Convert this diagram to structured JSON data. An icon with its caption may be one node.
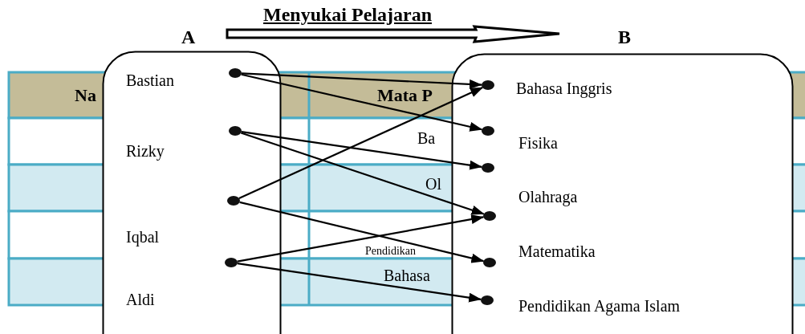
{
  "diagram": {
    "title": "Menyukai Pelajaran",
    "nodes": [
      {
        "text": [
          "Bastian",
          "Rizky",
          "Iqbal",
          "Aldi"
        ]
      },
      {
        "text": [],
        "shape": "circle",
        "in": 0
      },
      {
        "text": [],
        "shape": "circle",
        "in": 0
      },
      {
        "text": [],
        "shape": "circle",
        "in": 0
      },
      {
        "text": [],
        "shape": "circle",
        "in": 0
      },
      {
        "text": [
          "Bahasa Inggris",
          "Fisika",
          "Olahraga",
          "Matematika",
          "Pendidikan Agama Islam"
        ]
      },
      {
        "text": [],
        "shape": "circle",
        "in": 5
      },
      {
        "text": [],
        "shape": "circle",
        "in": 5
      },
      {
        "text": [],
        "shape": "circle",
        "in": 5
      },
      {
        "text": [],
        "shape": "circle",
        "in": 5
      },
      {
        "text": [],
        "shape": "circle",
        "in": 5
      },
      {
        "text": [],
        "shape": "circle",
        "in": 5
      }
    ],
    "edges": [
      {
        "from": 1,
        "to": 6,
        "arrow": "to"
      },
      {
        "from": 1,
        "to": 7,
        "arrow": "to"
      },
      {
        "from": 2,
        "to": 8,
        "arrow": "to"
      },
      {
        "from": 2,
        "to": 9,
        "arrow": "to"
      },
      {
        "from": 3,
        "to": 6,
        "arrow": "to"
      },
      {
        "from": 3,
        "to": 10,
        "arrow": "to"
      },
      {
        "from": 4,
        "to": 9,
        "arrow": "to"
      },
      {
        "from": 4,
        "to": 11,
        "arrow": "to"
      }
    ],
    "labels": [
      "A",
      "B",
      "Na",
      "Mata P",
      "Ba",
      "Ol",
      "Pendidikan",
      "Bahasa"
    ]
  }
}
